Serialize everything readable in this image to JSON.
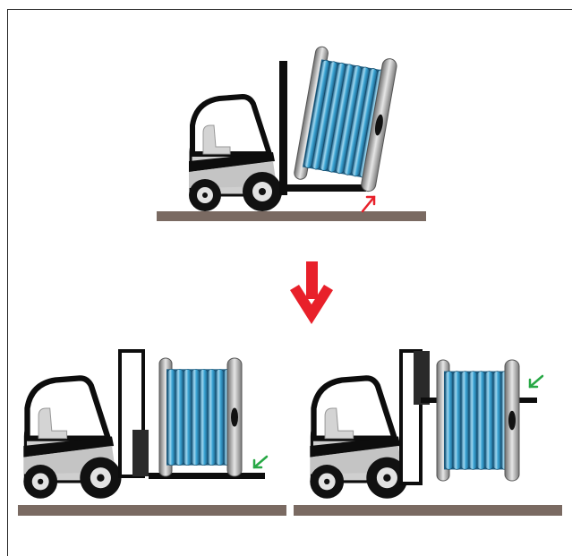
{
  "diagram": {
    "colors": {
      "frame": "#222222",
      "ground": "#7a6a62",
      "cab_outline": "#0d0d0d",
      "body_grey": "#cfcfcf",
      "seat_grey": "#d4d4d4",
      "wheel_dark": "#111111",
      "wheel_hub": "#e2e2e2",
      "hose_blue": "#3aa4d4",
      "hose_dark": "#1d5f86",
      "hose_light": "#9fd7ef",
      "reel_flange": "#8f8f8f",
      "reel_flange_light": "#d9d9d9",
      "arrow_red": "#e8202a",
      "arrow_green": "#27a845"
    },
    "panels": [
      {
        "id": "top",
        "state": "incorrect-lift",
        "marker": "red-arrow"
      },
      {
        "id": "bottom-left",
        "state": "correct-forks",
        "marker": "green-arrow"
      },
      {
        "id": "bottom-right",
        "state": "correct-spindle",
        "marker": "green-arrow"
      }
    ],
    "transition": {
      "icon": "down-arrow-icon",
      "color": "#e8202a"
    }
  }
}
